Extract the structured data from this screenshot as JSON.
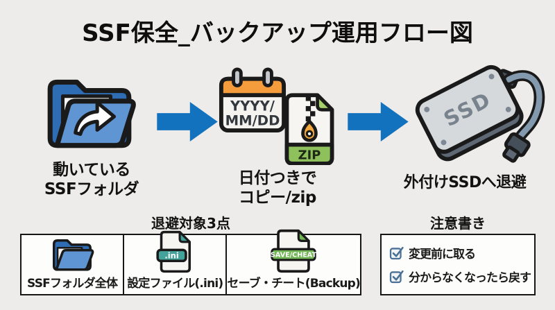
{
  "title": "SSF保全_バックアップ運用フロー図",
  "flow": {
    "steps": [
      {
        "name": "running-folder",
        "lines": [
          "動いている",
          "SSFフォルダ"
        ]
      },
      {
        "name": "dated-copy-zip",
        "lines": [
          "日付つきで",
          "コピー/zip"
        ]
      },
      {
        "name": "external-ssd",
        "lines": [
          "外付けSSDへ退避"
        ]
      }
    ],
    "calendar": {
      "line1": "YYYY/",
      "line2": "MM/DD"
    },
    "zip_badge": "ZIP",
    "ssd_text": "SSD"
  },
  "targets": {
    "heading": "退避対象3点",
    "items": [
      {
        "label": "SSFフォルダ全体"
      },
      {
        "label": "設定ファイル(.ini)",
        "badge": ".ini"
      },
      {
        "label": "セーブ・チート(Backup)",
        "badge": "SAVE/CHEAT"
      }
    ]
  },
  "notes": {
    "heading": "注意書き",
    "items": [
      {
        "label": "変更前に取る"
      },
      {
        "label": "分からなくなったら戻す"
      }
    ]
  },
  "colors": {
    "bg": "#edecea",
    "ink": "#1a1a1a",
    "accent": "#1372be",
    "folderBack": "#2e6cb4",
    "folderFront": "#5f95d3",
    "paper": "#f6f5f2",
    "calendarHeader": "#f59c3c",
    "calendarBody": "#f4f3f0",
    "zipGreen": "#8ec05b",
    "iniTeal": "#43a39b",
    "saveGreen": "#72b656",
    "ssdTop": "#d5d9dc",
    "ssdSide": "#5d6874",
    "cable": "#8399ad",
    "check": "#4a7195",
    "boxBg": "#fdfdfc"
  }
}
